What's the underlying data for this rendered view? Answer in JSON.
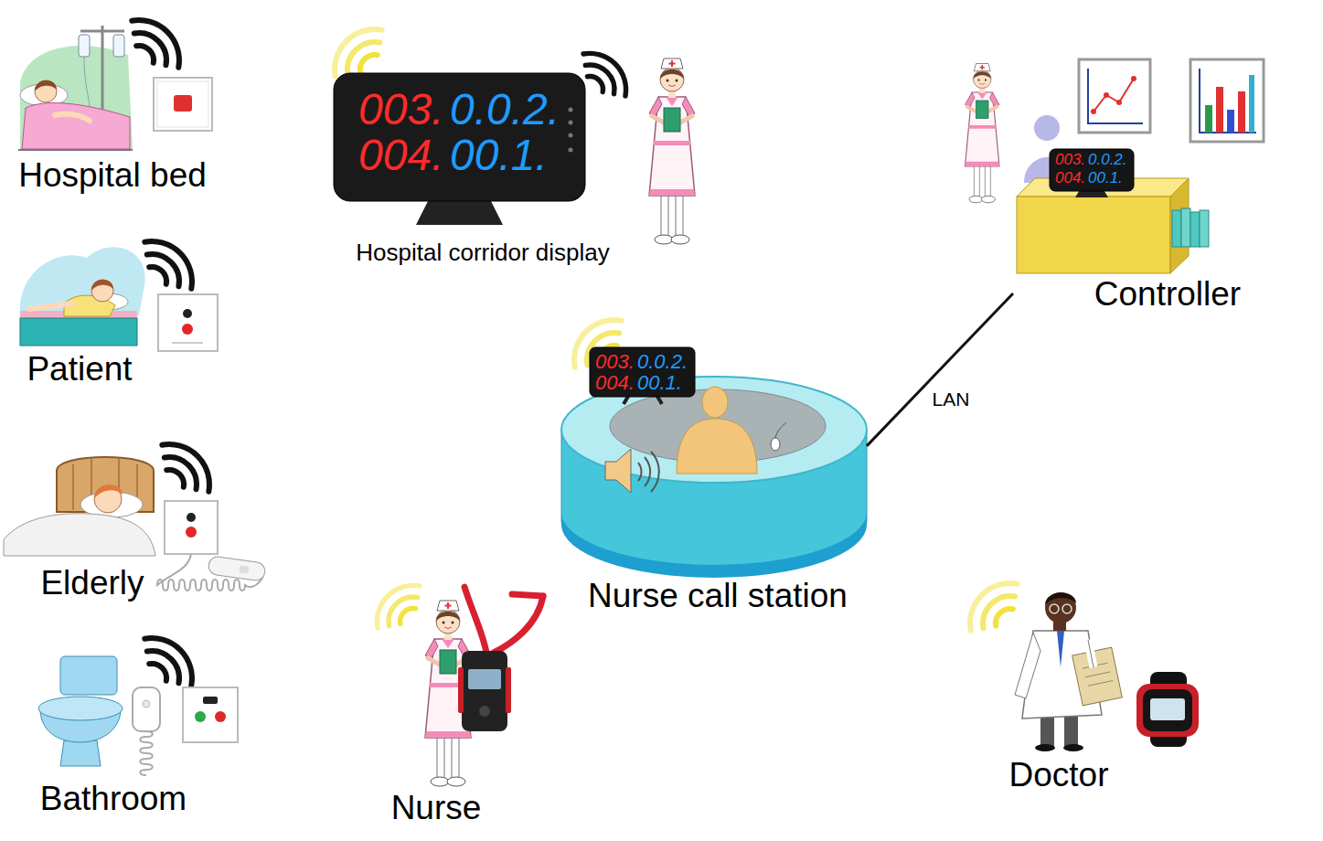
{
  "diagram": {
    "nodes": [
      {
        "text": [
          "Hospital bed"
        ]
      },
      {
        "text": [
          "Hospital corridor display"
        ]
      },
      {
        "text": [
          "Controller"
        ]
      },
      {
        "text": [
          "Patient"
        ]
      },
      {
        "text": [
          "Nurse call station"
        ]
      },
      {
        "text": [
          "Elderly"
        ]
      },
      {
        "text": [
          "Bathroom"
        ]
      },
      {
        "text": [
          "Nurse"
        ]
      },
      {
        "text": [
          "Doctor"
        ]
      }
    ],
    "edges": [
      {
        "from": 4,
        "to": 2,
        "arrow": "none",
        "label": "LAN"
      }
    ],
    "labels": [
      "003.",
      "0.0.2.",
      "004.",
      "00.1.",
      "003.",
      "0.0.2.",
      "004.",
      "00.1.",
      "003.",
      "0.0.2.",
      "004.",
      "00.1."
    ]
  }
}
